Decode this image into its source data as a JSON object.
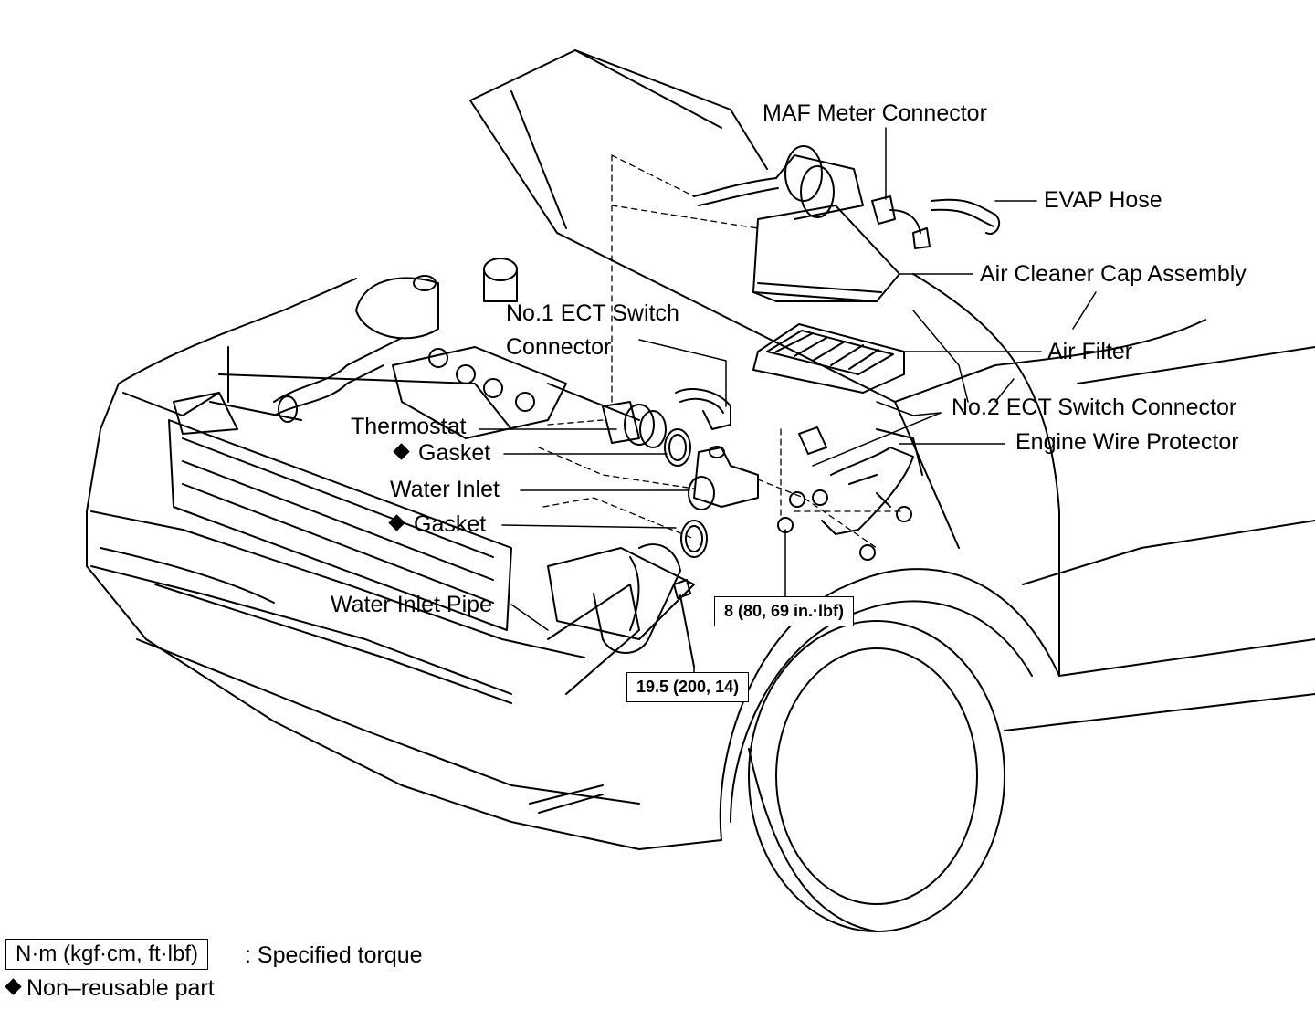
{
  "labels": {
    "maf_meter_connector": "MAF Meter Connector",
    "evap_hose": "EVAP Hose",
    "air_cleaner_cap_assembly": "Air Cleaner Cap Assembly",
    "air_filter": "Air Filter",
    "no1_ect_line1": "No.1 ECT Switch",
    "no1_ect_line2": "Connector",
    "no2_ect_switch_connector": "No.2 ECT Switch Connector",
    "engine_wire_protector": "Engine Wire Protector",
    "thermostat": "Thermostat",
    "gasket_upper": "Gasket",
    "water_inlet": "Water Inlet",
    "gasket_lower": "Gasket",
    "water_inlet_pipe": "Water Inlet Pipe"
  },
  "torques": {
    "nut": "8 (80, 69 in.·lbf)",
    "bolt": "19.5 (200, 14)"
  },
  "legend": {
    "torque_unit_box": "N·m (kgf·cm, ft·lbf)",
    "torque_meaning": ": Specified torque",
    "non_reusable": "Non–reusable part"
  },
  "colors": {
    "ink": "#000000",
    "paper": "#ffffff"
  }
}
